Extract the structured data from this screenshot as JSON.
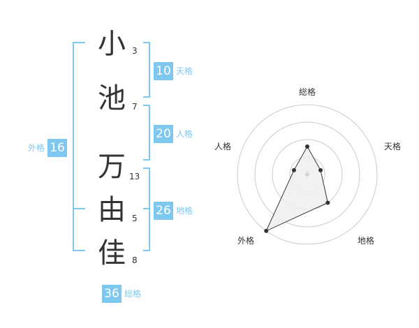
{
  "name": {
    "chars": [
      {
        "char": "小",
        "strokes": "3"
      },
      {
        "char": "池",
        "strokes": "7"
      },
      {
        "char": "万",
        "strokes": "13"
      },
      {
        "char": "由",
        "strokes": "5"
      },
      {
        "char": "佳",
        "strokes": "8"
      }
    ]
  },
  "fortunes": {
    "tenkaku": {
      "value": "10",
      "label": "天格"
    },
    "jinkaku": {
      "value": "20",
      "label": "人格"
    },
    "chikaku": {
      "value": "26",
      "label": "地格"
    },
    "gaikaku": {
      "value": "16",
      "label": "外格"
    },
    "soukaku": {
      "value": "36",
      "label": "総格"
    }
  },
  "colors": {
    "accent": "#7ec8f0",
    "text": "#333333",
    "grid": "#cccccc"
  },
  "chart_data": {
    "type": "radar",
    "axes": [
      "総格",
      "天格",
      "地格",
      "外格",
      "人格"
    ],
    "values": [
      0.4,
      0.2,
      0.5,
      1.0,
      0.2
    ],
    "rmax": 1.0,
    "rings": 4
  }
}
